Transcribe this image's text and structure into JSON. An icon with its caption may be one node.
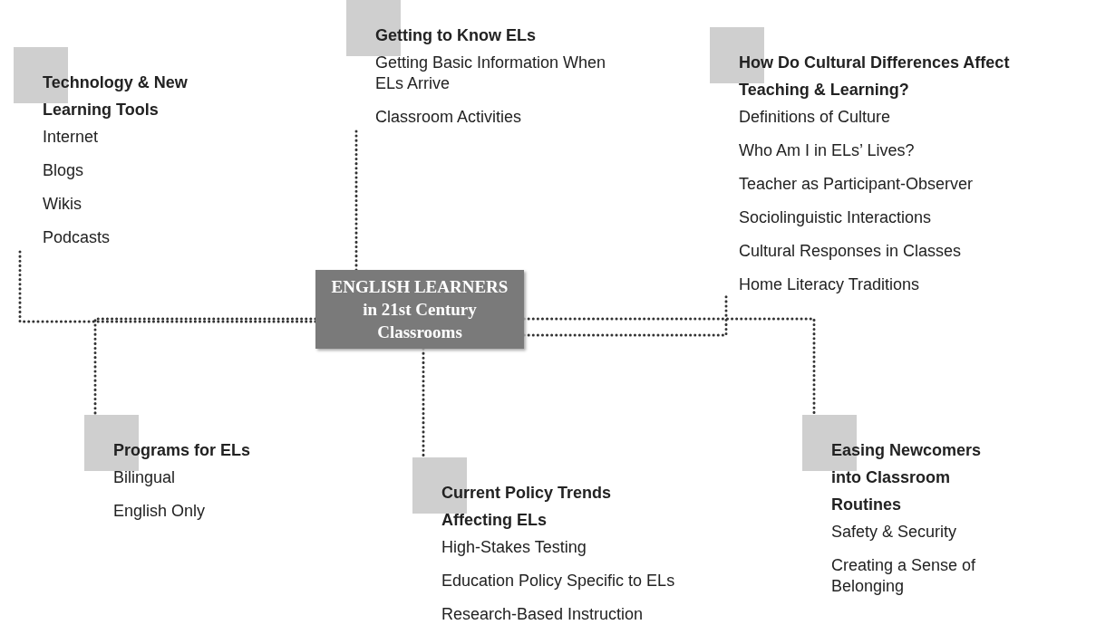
{
  "diagram": {
    "nodes": [
      {
        "text": [
          "Technology & New Learning Tools",
          "Internet",
          "Blogs",
          "Wikis",
          "Podcasts"
        ]
      },
      {
        "text": [
          "Getting to Know ELs",
          "Getting Basic Information When ELs Arrive",
          "Classroom Activities"
        ]
      },
      {
        "text": [
          "How Do Cultural Differences Affect Teaching & Learning?",
          "Definitions of Culture",
          "Who Am I in ELs’ Lives?",
          "Teacher as Participant-Observer",
          "Sociolinguistic Interactions",
          "Cultural Responses in Classes",
          "Home Literacy Traditions"
        ]
      },
      {
        "text": [
          "ENGLISH LEARNERS in 21st Century Classrooms"
        ]
      },
      {
        "text": [
          "Programs for ELs",
          "Bilingual",
          "English Only"
        ]
      },
      {
        "text": [
          "Current Policy Trends Affecting ELs",
          "High-Stakes Testing",
          "Education Policy Specific to ELs",
          "Research-Based Instruction"
        ]
      },
      {
        "text": [
          "Easing Newcomers into Classroom Routines",
          "Safety & Security",
          "Creating a Sense of Belonging"
        ]
      }
    ],
    "edges": [
      {
        "from": 3,
        "to": 0,
        "arrow": "none"
      },
      {
        "from": 3,
        "to": 1,
        "arrow": "none"
      },
      {
        "from": 3,
        "to": 2,
        "arrow": "none"
      },
      {
        "from": 3,
        "to": 4,
        "arrow": "none"
      },
      {
        "from": 3,
        "to": 5,
        "arrow": "none"
      },
      {
        "from": 3,
        "to": 6,
        "arrow": "none"
      }
    ]
  }
}
